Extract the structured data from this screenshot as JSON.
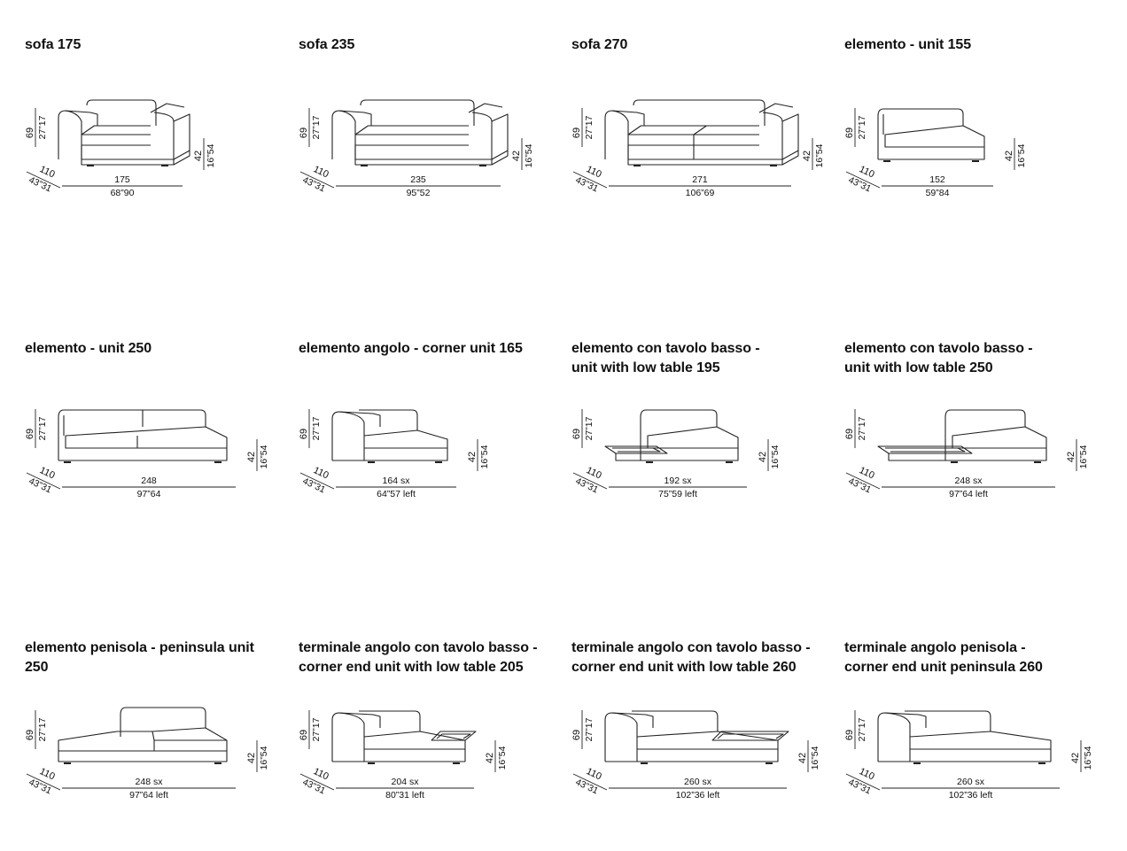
{
  "items": [
    {
      "title": [
        "sofa 175"
      ],
      "height": "69",
      "height_in": "27”17",
      "seat": "42",
      "seat_in": "16”54",
      "depth": "110",
      "depth_in": "43”31",
      "width": "175",
      "width_in": "68”90",
      "shape": "sofa2arm",
      "w": 130
    },
    {
      "title": [
        "sofa 235"
      ],
      "height": "69",
      "height_in": "27”17",
      "seat": "42",
      "seat_in": "16”54",
      "depth": "110",
      "depth_in": "43”31",
      "width": "235",
      "width_in": "95”52",
      "shape": "sofa2arm",
      "w": 180
    },
    {
      "title": [
        "sofa 270"
      ],
      "height": "69",
      "height_in": "27”17",
      "seat": "42",
      "seat_in": "16”54",
      "depth": "110",
      "depth_in": "43”31",
      "width": "271",
      "width_in": "106”69",
      "shape": "sofa2armSplit",
      "w": 200
    },
    {
      "title": [
        "elemento - unit 155"
      ],
      "height": "69",
      "height_in": "27”17",
      "seat": "42",
      "seat_in": "16”54",
      "depth": "110",
      "depth_in": "43”31",
      "width": "152",
      "width_in": "59”84",
      "shape": "unit",
      "w": 120
    },
    {
      "title": [
        "elemento - unit 250"
      ],
      "height": "69",
      "height_in": "27”17",
      "seat": "42",
      "seat_in": "16”54",
      "depth": "110",
      "depth_in": "43”31",
      "width": "248",
      "width_in": "97”64",
      "shape": "unitSplit",
      "w": 190
    },
    {
      "title": [
        "elemento angolo - corner unit 165"
      ],
      "height": "69",
      "height_in": "27”17",
      "seat": "42",
      "seat_in": "16”54",
      "depth": "110",
      "depth_in": "43”31",
      "width": "164 sx",
      "width_in": "64”57 left",
      "shape": "corner",
      "w": 130
    },
    {
      "title": [
        "elemento con tavolo basso -",
        "unit with low table 195"
      ],
      "height": "69",
      "height_in": "27”17",
      "seat": "42",
      "seat_in": "16”54",
      "depth": "110",
      "depth_in": "43”31",
      "width": "192 sx",
      "width_in": "75”59 left",
      "shape": "lowTable",
      "w": 150
    },
    {
      "title": [
        "elemento con tavolo basso -",
        "unit with low table 250"
      ],
      "height": "69",
      "height_in": "27”17",
      "seat": "42",
      "seat_in": "16”54",
      "depth": "110",
      "depth_in": "43”31",
      "width": "248 sx",
      "width_in": "97”64 left",
      "shape": "lowTableWide",
      "w": 190
    },
    {
      "title": [
        "elemento penisola - peninsula unit",
        "250"
      ],
      "height": "69",
      "height_in": "27”17",
      "seat": "42",
      "seat_in": "16”54",
      "depth": "110",
      "depth_in": "43”31",
      "width": "248 sx",
      "width_in": "97”64 left",
      "shape": "peninsula",
      "w": 190
    },
    {
      "title": [
        "terminale angolo con tavolo basso -",
        "corner end unit with low table 205"
      ],
      "height": "69",
      "height_in": "27”17",
      "seat": "42",
      "seat_in": "16”54",
      "depth": "110",
      "depth_in": "43”31",
      "width": "204 sx",
      "width_in": "80”31 left",
      "shape": "cornerTable",
      "w": 150
    },
    {
      "title": [
        "terminale angolo con tavolo basso -",
        "corner end unit with low table 260"
      ],
      "height": "69",
      "height_in": "27”17",
      "seat": "42",
      "seat_in": "16”54",
      "depth": "110",
      "depth_in": "43”31",
      "width": "260 sx",
      "width_in": "102”36 left",
      "shape": "cornerTableWide",
      "w": 195
    },
    {
      "title": [
        "terminale angolo penisola -",
        "corner end unit peninsula 260"
      ],
      "height": "69",
      "height_in": "27”17",
      "seat": "42",
      "seat_in": "16”54",
      "depth": "110",
      "depth_in": "43”31",
      "width": "260 sx",
      "width_in": "102”36 left",
      "shape": "cornerPeninsula",
      "w": 195
    }
  ]
}
